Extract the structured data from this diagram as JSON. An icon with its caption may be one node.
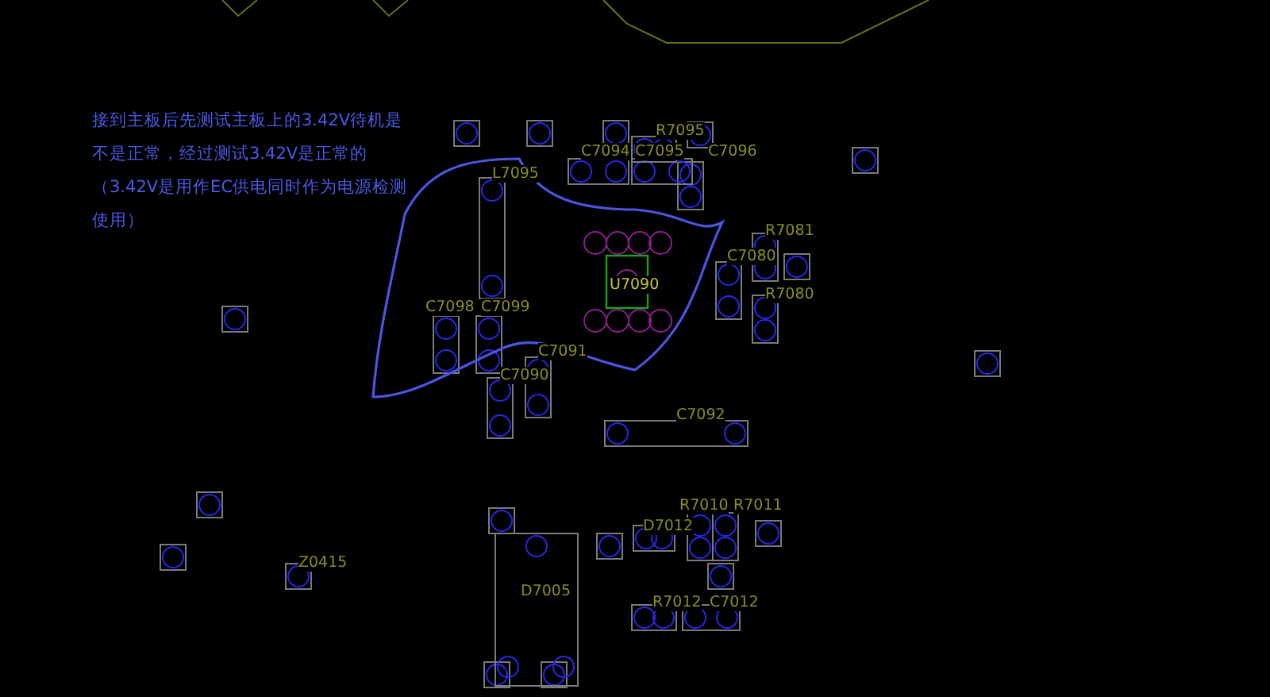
{
  "diagram": {
    "labels": [
      "接到主板后先测试主板上的3.42V待机是不是正常，经过测试3.42V是正常的（3.42V是用作EC供电同时作为电源检测使用）",
      "R7095",
      "C7094",
      "C7095",
      "C7096",
      "L7095",
      "R7081",
      "U7090",
      "C7080",
      "R7080",
      "C7098",
      "C7099",
      "C7091",
      "C7090",
      "C7092",
      "R7010",
      "R7011",
      "D7012",
      "Z0415",
      "D7005",
      "R7012",
      "C7012"
    ]
  }
}
